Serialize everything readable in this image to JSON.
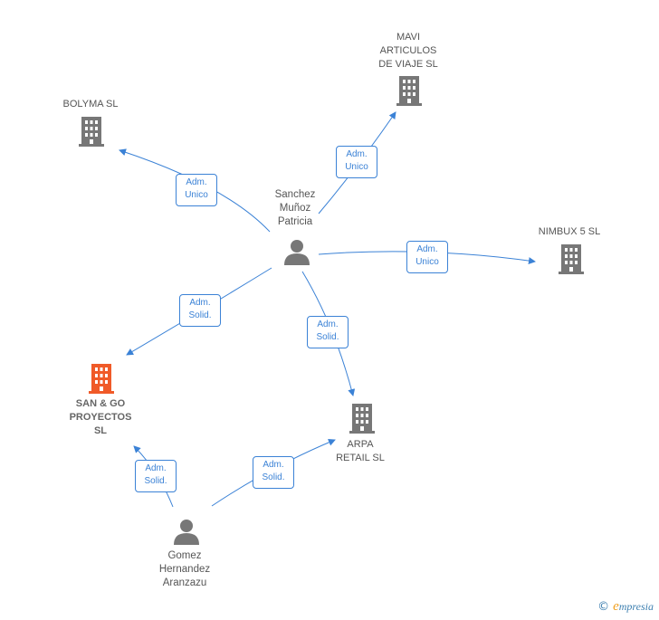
{
  "nodes": {
    "mavi": {
      "label": "MAVI\nARTICULOS\nDE VIAJE  SL",
      "icon": "building-icon",
      "color": "#777777"
    },
    "bolyma": {
      "label": "BOLYMA SL",
      "icon": "building-icon",
      "color": "#777777"
    },
    "nimbux": {
      "label": "NIMBUX 5  SL",
      "icon": "building-icon",
      "color": "#777777"
    },
    "sango": {
      "label": "SAN & GO\nPROYECTOS\nSL",
      "icon": "building-icon",
      "color": "#f05a28"
    },
    "arpa": {
      "label": "ARPA\nRETAIL  SL",
      "icon": "building-icon",
      "color": "#777777"
    },
    "sanchez": {
      "label": "Sanchez\nMuñoz\nPatricia",
      "icon": "person-icon",
      "color": "#777777"
    },
    "gomez": {
      "label": "Gomez\nHernandez\nAranzazu",
      "icon": "person-icon",
      "color": "#777777"
    }
  },
  "edges": [
    {
      "from": "sanchez",
      "to": "mavi",
      "label": "Adm.\nUnico"
    },
    {
      "from": "sanchez",
      "to": "bolyma",
      "label": "Adm.\nUnico"
    },
    {
      "from": "sanchez",
      "to": "nimbux",
      "label": "Adm.\nUnico"
    },
    {
      "from": "sanchez",
      "to": "sango",
      "label": "Adm.\nSolid."
    },
    {
      "from": "sanchez",
      "to": "arpa",
      "label": "Adm.\nSolid."
    },
    {
      "from": "gomez",
      "to": "sango",
      "label": "Adm.\nSolid."
    },
    {
      "from": "gomez",
      "to": "arpa",
      "label": "Adm.\nSolid."
    }
  ],
  "colors": {
    "edge": "#3b82d6",
    "building": "#777777",
    "focus_building": "#f05a28",
    "person": "#777777"
  },
  "footer": {
    "copyright": "©",
    "brand_initial": "e",
    "brand_rest": "mpresia"
  }
}
